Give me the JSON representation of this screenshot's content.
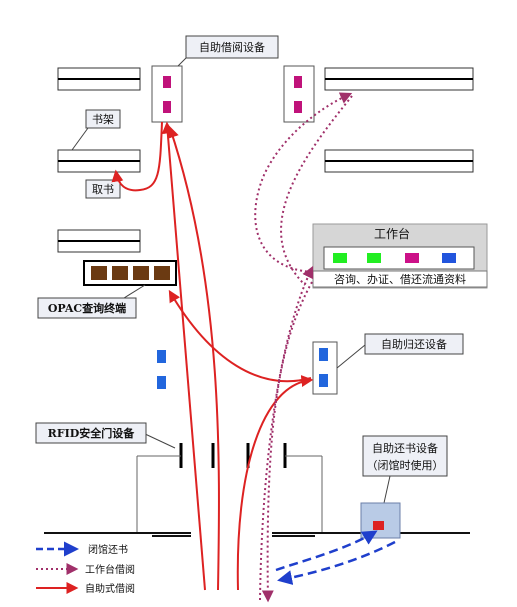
{
  "labels": {
    "self_borrow_device": "自助借阅设备",
    "shelf": "书架",
    "take_book": "取书",
    "workstation": "工作台",
    "workstation_desc": "咨询、办证、借还流通资料",
    "opac": "OPAC查询终端",
    "self_return_device": "自助归还设备",
    "rfid_gate": "RFID安全门设备",
    "return_box_line1": "自助还书设备",
    "return_box_line2": "（闭馆时使用）"
  },
  "legend": [
    {
      "label": "闭馆还书",
      "style": "dashed-blue"
    },
    {
      "label": "工作台借阅",
      "style": "dotted-purple"
    },
    {
      "label": "自助式借阅",
      "style": "solid-red"
    }
  ],
  "colors": {
    "self_borrow_flow": "#dd2222",
    "workstation_flow": "#a0306a",
    "after_hours_return": "#1f3fcc",
    "self_device_slot": "#c0127a",
    "return_device_slot": "#2266dd",
    "opac_block": "#6b3a12",
    "label_fill": "#eef0f6",
    "workstation_fill": "#d6d6d6",
    "green_slot": "#22ee22",
    "purple_slot": "#cc1188",
    "blue_slot": "#2255dd",
    "return_box_fill": "#b9cbe6",
    "return_box_slot": "#dd2222"
  }
}
